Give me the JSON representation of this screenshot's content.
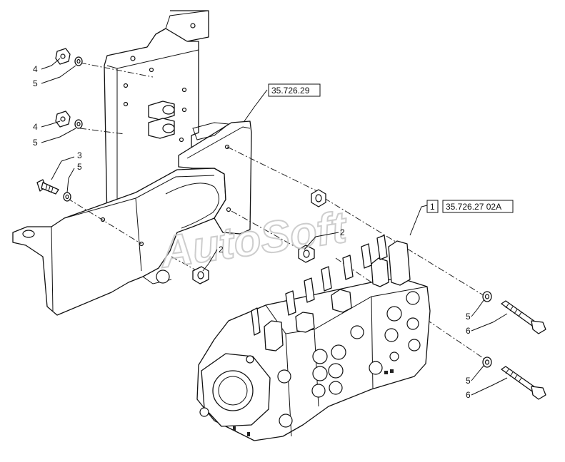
{
  "watermark": "AutoSoft",
  "callouts": {
    "c1": "1",
    "c2a": "2",
    "c2b": "2",
    "c3": "3",
    "c4a": "4",
    "c4b": "4",
    "c5a": "5",
    "c5b": "5",
    "c5c": "5",
    "c5d": "5",
    "c5e": "5",
    "c6a": "6",
    "c6b": "6"
  },
  "references": {
    "bracket_ref": "35.726.29",
    "valve_ref": "35.726.27 02A"
  }
}
